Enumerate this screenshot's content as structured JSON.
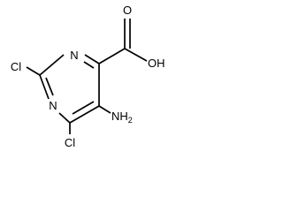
{
  "structure": {
    "atoms": {
      "n_top": "N",
      "n_left": "N",
      "cl_2": "Cl",
      "cl_6": "Cl",
      "amino": "NH2",
      "amino_text": "NH",
      "amino_sub": "2",
      "carbonyl_o": "O",
      "hydroxyl": "OH"
    },
    "bond_color": "#000000",
    "background_color": "#ffffff"
  }
}
